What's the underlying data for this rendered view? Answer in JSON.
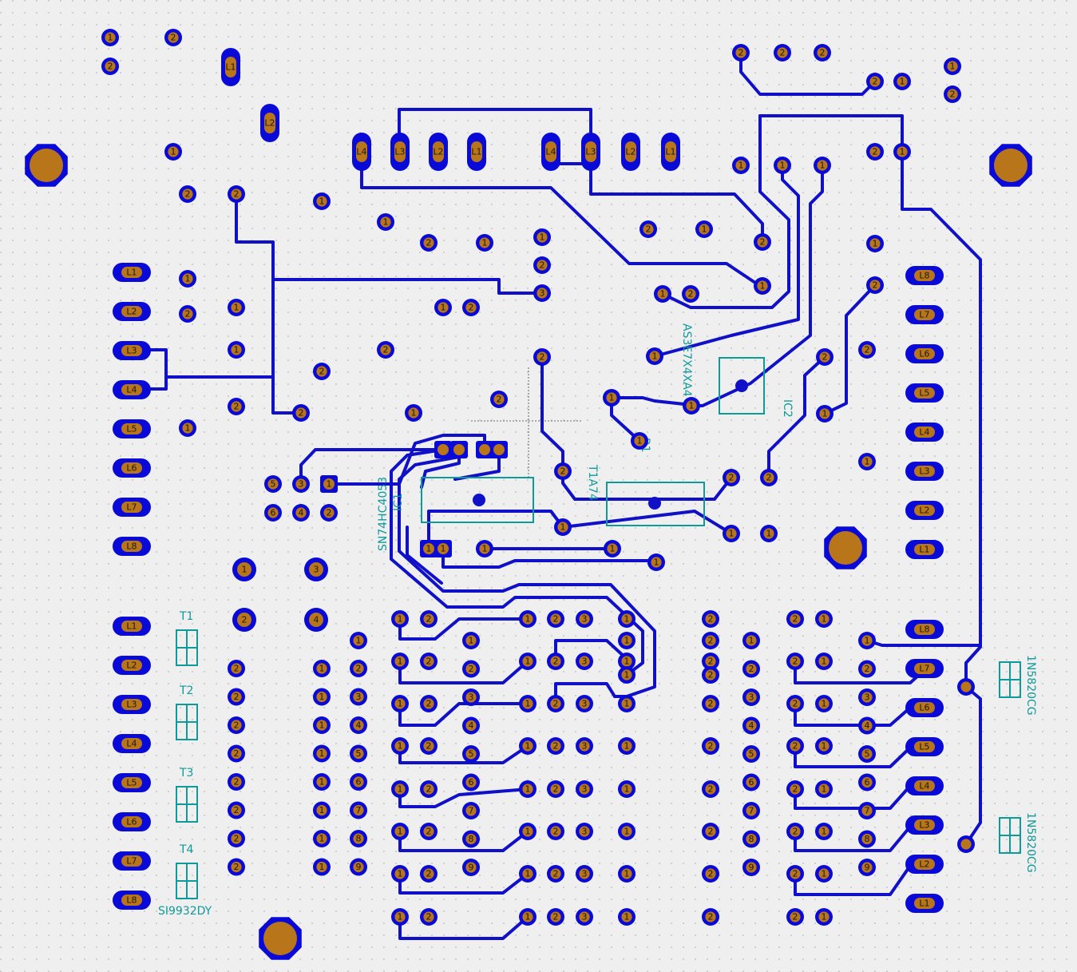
{
  "colors": {
    "background": "#efefef",
    "grid_dot": "#b8b8b8",
    "trace": "#1010c8",
    "pad": "#0a0ad8",
    "drill": "#b8751a",
    "silkscreen": "#0f9a9a"
  },
  "silkscreen_labels": {
    "ic1_label": "IC1",
    "ic1_part": "SN74HC4053",
    "ic2_label": "IC2",
    "ic2_part": "AS3E7X4XA4",
    "u_part": "T1A74",
    "t1": "T1",
    "t2": "T2",
    "t3": "T3",
    "t4": "T4",
    "t_part": "SI9932DY",
    "d1_part": "1N5820CG",
    "d2_part": "1N5820CG",
    "r_label": "R1",
    "c_label": "C1"
  }
}
